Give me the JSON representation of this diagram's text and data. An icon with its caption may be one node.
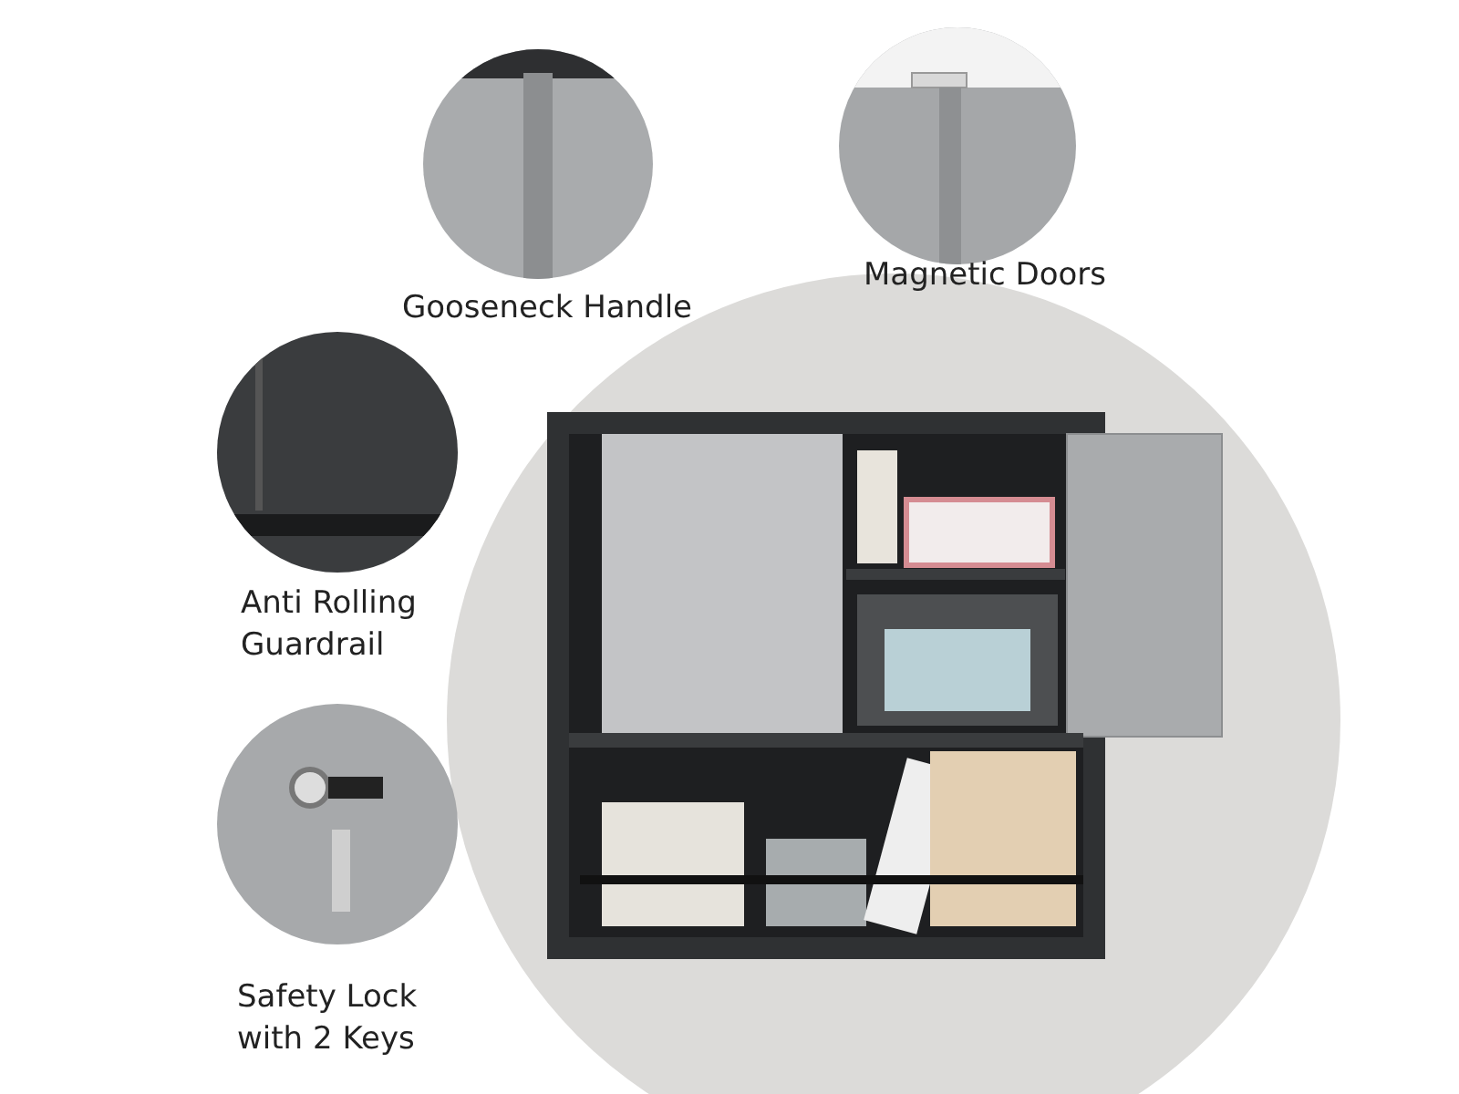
{
  "diagram": {
    "labels": [
      "Gooseneck Handle",
      "Magnetic Doors",
      "Anti Rolling Guardrail",
      "Safety Lock with 2 Keys"
    ]
  }
}
